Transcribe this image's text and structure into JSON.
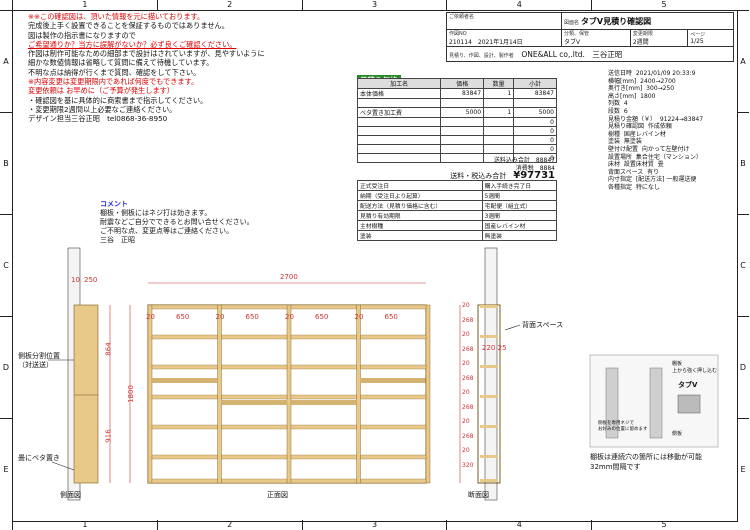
{
  "ruler": {
    "cols": [
      "1",
      "2",
      "3",
      "4",
      "5"
    ],
    "rows": [
      "A",
      "B",
      "C",
      "D",
      "E"
    ]
  },
  "notes": {
    "line1": "※※この確認図は、頂いた情報を元に描いております。",
    "line2": "完成後上手く設置できることを保証するものではありません。",
    "line3": "図は製作の指示書になりますので",
    "line4a": "ご希望通りか？当方に誤解がないか？",
    "line4b": "必ず良くご確認ください。",
    "line5": "作図は制作可能なための細部まで設計はされていますが、見やすいように",
    "line6": "細かな数値情報は省略して質問に備えて待機しています。",
    "line7": "不明な点は納得が行くまで質問、確認をして下さい。",
    "line8": "※内容変更は変更期限内であれば何度でもできます。",
    "line9": "変更依頼は お早めに（ご予算が発生します）",
    "line10": "・確認図を基に具体的に商索書まで指示してください。",
    "line11": "・変更期限2週間以上必要なご連絡ください。",
    "line12": "デザイン担当三谷正昭　tel0868-36-8950"
  },
  "title_block": {
    "customer_label": "ご依頼者名",
    "drawing_label": "図面名",
    "drawing_name": "タブV見積り確認図",
    "order_no_label": "作図NO",
    "order_no": "210114",
    "date": "2021年1月14日",
    "class_label": "分類、保管",
    "class_value": "タブV",
    "period_label": "変更期限",
    "period_value": "2週間",
    "page_label": "ページ",
    "page_value": "1/25",
    "company_line": "見積り、作図、設計、製作者",
    "company": "ONE&ALL co,.ltd.　三谷正昭"
  },
  "estimate": {
    "title": "見積り価格",
    "headers": [
      "加工名",
      "価格",
      "数量",
      "小計"
    ],
    "rows": [
      [
        "本体価格",
        "83847",
        "1",
        "83847"
      ],
      [
        "",
        "",
        "",
        ""
      ],
      [
        "ベタ置き加工費",
        "5000",
        "1",
        "5000"
      ],
      [
        "",
        "",
        "",
        "0"
      ],
      [
        "",
        "",
        "",
        "0"
      ],
      [
        "",
        "",
        "",
        "0"
      ],
      [
        "",
        "",
        "",
        "0"
      ],
      [
        "",
        "",
        "",
        "0"
      ]
    ],
    "subtotal_label": "送料込み合計",
    "subtotal": "88847",
    "tax_label": "消費税",
    "tax": "8884",
    "total_label": "送料・税込み合計",
    "total": "¥97731"
  },
  "spec": [
    [
      "正式受注日",
      "購入手続き完了日"
    ],
    [
      "納期（受注日より起算）",
      "5週間"
    ],
    [
      "配送方法（見積り価格に含む）",
      "宅配便（組立式）"
    ],
    [
      "見積り有効期限",
      "3週間"
    ],
    [
      "主材樹種",
      "国産レバイン材"
    ],
    [
      "塗装",
      "無塗装"
    ]
  ],
  "info_text": "送信日時  2021/01/09 20:33:9\n横幅[mm]  2400→2700\n奥行き[mm]  300→250\n高さ[mm]  1800\n列数  4\n段数  6\n見積り金額（￥）  91224→83847\n見積り確認図  作成依頼\n樹種  国産レバイン材\n塗装  無塗装\n壁付け配置  向かって左壁付け\n設置場所  集合住宅（マンション）\n床材  設置床材質  畳\n背面スペース  有り\n内寸指定  [配送方法] 一般運送便\n各種指定  特になし",
  "comment": {
    "title": "コメント",
    "body1": "棚板・側板にはネジ打は効きます。",
    "body2": "耐震などご自分でできるとお問い合せください。",
    "body3": "ご不明な点、変更点等はご連絡ください。",
    "body4": "三谷　正昭"
  },
  "dims": {
    "total_width": "2700",
    "depth_label": "250",
    "side_depth": "10",
    "bay": "650",
    "post": "20",
    "height": "1800",
    "upper": "864",
    "lower": "916",
    "rows_right": [
      "20",
      "268",
      "20",
      "268",
      "20",
      "268",
      "20",
      "268",
      "20",
      "268",
      "20",
      "320"
    ],
    "depth_right": [
      "220",
      "25"
    ]
  },
  "labels": {
    "side_split": "側板分割位置\n（対送送）",
    "floor_place": "畳にベタ置き",
    "back_space": "背面スペース",
    "side_view": "側面図",
    "front_view": "正面図",
    "section_view": "断面図",
    "shelf_note1": "棚板は連続穴の箇所には移動が可能",
    "shelf_note2": "32mm間隔です",
    "photo_title": "棚板\n上から強く押し込む",
    "photo_tag": "タブV",
    "photo_side": "側板",
    "photo_cap": "側板を専用ネジで\nお好みの位置に留めます"
  },
  "colors": {
    "wood": "#e8c98a",
    "wood_dark": "#d4b272",
    "red": "#d00000",
    "green": "#2a8a2a",
    "dim_red": "#c33"
  }
}
